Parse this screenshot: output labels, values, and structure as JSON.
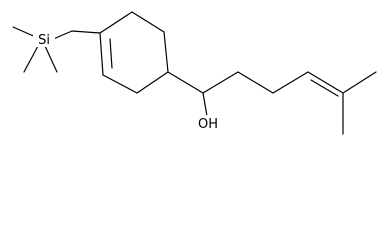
{
  "molecule": {
    "atoms": [
      {
        "id": "si",
        "label": "Si"
      },
      {
        "id": "oh",
        "label": "OH"
      }
    ]
  }
}
